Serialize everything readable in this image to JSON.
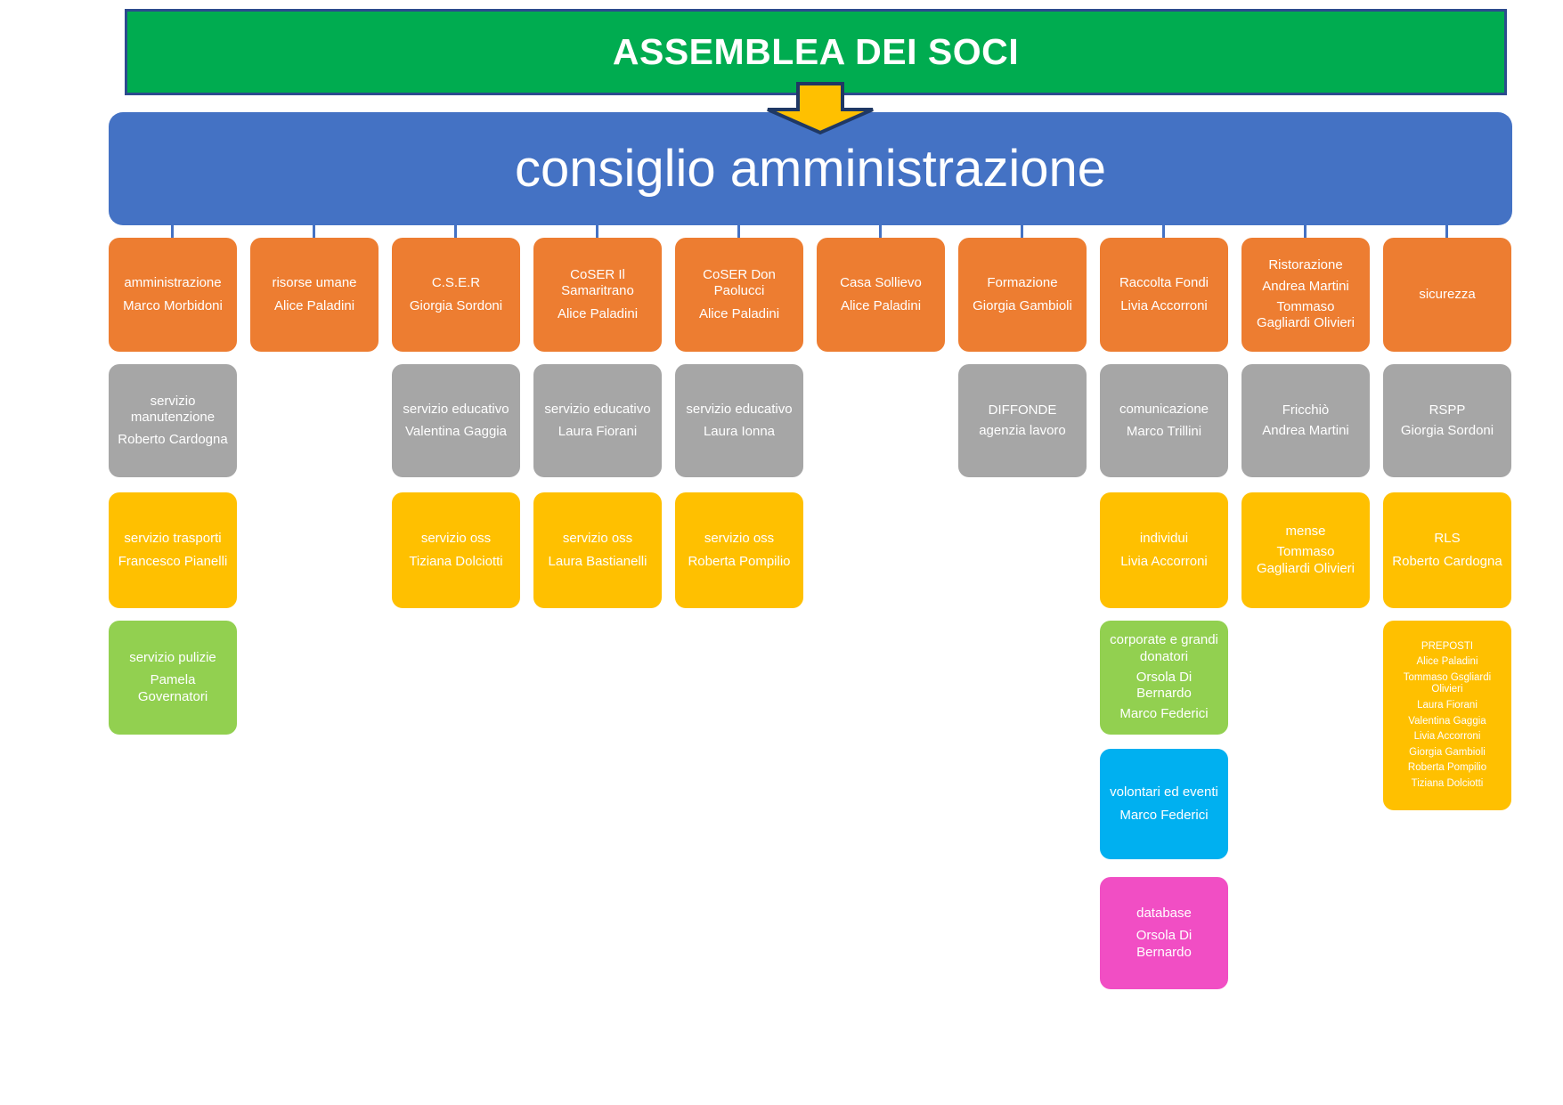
{
  "chart": {
    "level1": "ASSEMBLEA DEI SOCI",
    "level2": "consiglio amministrazione"
  },
  "icons": {
    "down_arrow": "block arrow pointing down from assemblea to consiglio"
  },
  "colors": {
    "banner_green": "#00AC50",
    "banner_border_navy": "#2C4B8E",
    "banner_blue": "#4472C4",
    "connector_blue": "#4472C4",
    "box_orange": "#ED7D31",
    "box_gray": "#A6A6A6",
    "box_yellow": "#FFC000",
    "box_lime_green": "#92D050",
    "box_cyan": "#00B0F0",
    "box_pink": "#F14EC4",
    "arrow_gold": "#FFC000",
    "arrow_outline": "#1F3864",
    "text_white": "#FFFFFF"
  },
  "boxes": {
    "amministrazione": {
      "title": "amministrazione",
      "person": "Marco Morbidoni"
    },
    "risorse_umane": {
      "title": "risorse umane",
      "person": "Alice Paladini"
    },
    "cser": {
      "title": "C.S.E.R",
      "person": "Giorgia Sordoni"
    },
    "coser_samaritrano": {
      "title": "CoSER Il Samaritrano",
      "person": "Alice Paladini"
    },
    "coser_paolucci": {
      "title": "CoSER Don Paolucci",
      "person": "Alice Paladini"
    },
    "casa_sollievo": {
      "title": "Casa Sollievo",
      "person": "Alice Paladini"
    },
    "formazione": {
      "title": "Formazione",
      "person": "Giorgia Gambioli"
    },
    "raccolta_fondi": {
      "title": "Raccolta Fondi",
      "person": "Livia Accorroni"
    },
    "ristorazione": {
      "title": "Ristorazione",
      "person": "Andrea Martini",
      "person2": "Tommaso Gagliardi Olivieri"
    },
    "sicurezza": {
      "title": "sicurezza"
    },
    "servizio_manutenzione": {
      "title": "servizio manutenzione",
      "person": "Roberto Cardogna"
    },
    "servizio_educativo_cser": {
      "title": "servizio educativo",
      "person": "Valentina Gaggia"
    },
    "servizio_educativo_samaritrano": {
      "title": "servizio educativo",
      "person": "Laura Fiorani"
    },
    "servizio_educativo_paolucci": {
      "title": "servizio educativo",
      "person": "Laura Ionna"
    },
    "diffonde": {
      "title": "DIFFONDE",
      "person": "agenzia lavoro"
    },
    "comunicazione": {
      "title": "comunicazione",
      "person": "Marco Trillini"
    },
    "fricchio": {
      "title": "Fricchiò",
      "person": "Andrea Martini"
    },
    "rspp": {
      "title": "RSPP",
      "person": "Giorgia Sordoni"
    },
    "servizio_trasporti": {
      "title": "servizio trasporti",
      "person": "Francesco Pianelli"
    },
    "servizio_oss_cser": {
      "title": "servizio oss",
      "person": "Tiziana Dolciotti"
    },
    "servizio_oss_samaritrano": {
      "title": "servizio oss",
      "person": "Laura Bastianelli"
    },
    "servizio_oss_paolucci": {
      "title": "servizio oss",
      "person": "Roberta Pompilio"
    },
    "individui": {
      "title": "individui",
      "person": "Livia Accorroni"
    },
    "mense": {
      "title": "mense",
      "person": "Tommaso Gagliardi Olivieri"
    },
    "rls": {
      "title": "RLS",
      "person": "Roberto Cardogna"
    },
    "servizio_pulizie": {
      "title": "servizio pulizie",
      "person": "Pamela Governatori"
    },
    "corporate": {
      "title": "corporate e grandi donatori",
      "person": "Orsola Di Bernardo",
      "person2": "Marco Federici"
    },
    "preposti": {
      "title": "PREPOSTI",
      "names": [
        "Alice Paladini",
        "Tommaso Gsgliardi Olivieri",
        "Laura Fiorani",
        "Valentina Gaggia",
        "Livia Accorroni",
        "Giorgia Gambioli",
        "Roberta Pompilio",
        "Tiziana Dolciotti"
      ]
    },
    "volontari": {
      "title": "volontari ed eventi",
      "person": "Marco Federici"
    },
    "database": {
      "title": "database",
      "person": "Orsola Di Bernardo"
    }
  }
}
